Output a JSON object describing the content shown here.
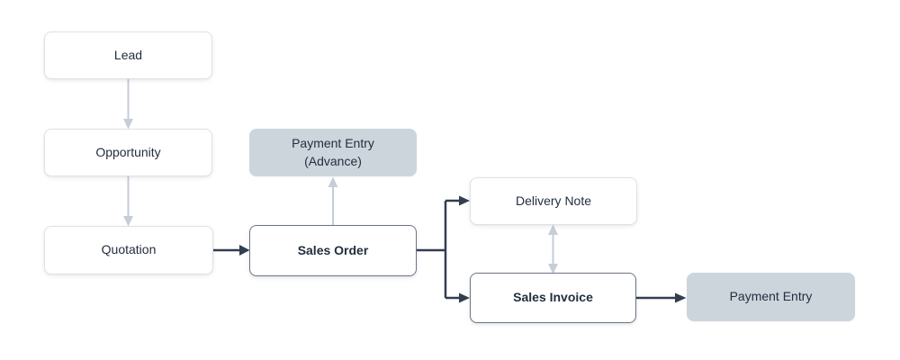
{
  "diagram": {
    "type": "flowchart",
    "nodes": {
      "lead": {
        "label": "Lead",
        "variant": "light"
      },
      "opportunity": {
        "label": "Opportunity",
        "variant": "light"
      },
      "quotation": {
        "label": "Quotation",
        "variant": "light"
      },
      "payment_entry_advance": {
        "label_line1": "Payment Entry",
        "label_line2": "(Advance)",
        "variant": "gray"
      },
      "sales_order": {
        "label": "Sales Order",
        "variant": "strong"
      },
      "delivery_note": {
        "label": "Delivery Note",
        "variant": "light"
      },
      "sales_invoice": {
        "label": "Sales Invoice",
        "variant": "strong"
      },
      "payment_entry": {
        "label": "Payment Entry",
        "variant": "gray"
      }
    },
    "edges": [
      {
        "from": "Lead",
        "to": "Opportunity",
        "style": "light",
        "direction": "down"
      },
      {
        "from": "Opportunity",
        "to": "Quotation",
        "style": "light",
        "direction": "down"
      },
      {
        "from": "Quotation",
        "to": "Sales Order",
        "style": "dark",
        "direction": "right"
      },
      {
        "from": "Sales Order",
        "to": "Payment Entry (Advance)",
        "style": "light",
        "direction": "up"
      },
      {
        "from": "Sales Order",
        "to": "Delivery Note",
        "style": "dark",
        "direction": "branch-right"
      },
      {
        "from": "Sales Order",
        "to": "Sales Invoice",
        "style": "dark",
        "direction": "branch-right"
      },
      {
        "from": "Delivery Note",
        "to": "Sales Invoice",
        "style": "light",
        "direction": "both"
      },
      {
        "from": "Sales Invoice",
        "to": "Payment Entry",
        "style": "dark",
        "direction": "right"
      }
    ]
  },
  "colors": {
    "canvas_bg": "#ffffff",
    "box_bg_light": "#ffffff",
    "box_border_light": "#dde2e9",
    "box_border_dark": "#6c7685",
    "box_bg_gray": "#cdd5dc",
    "text_dark": "#232e3f",
    "arrow_light": "#c6cdd7",
    "arrow_dark": "#333e4f"
  }
}
